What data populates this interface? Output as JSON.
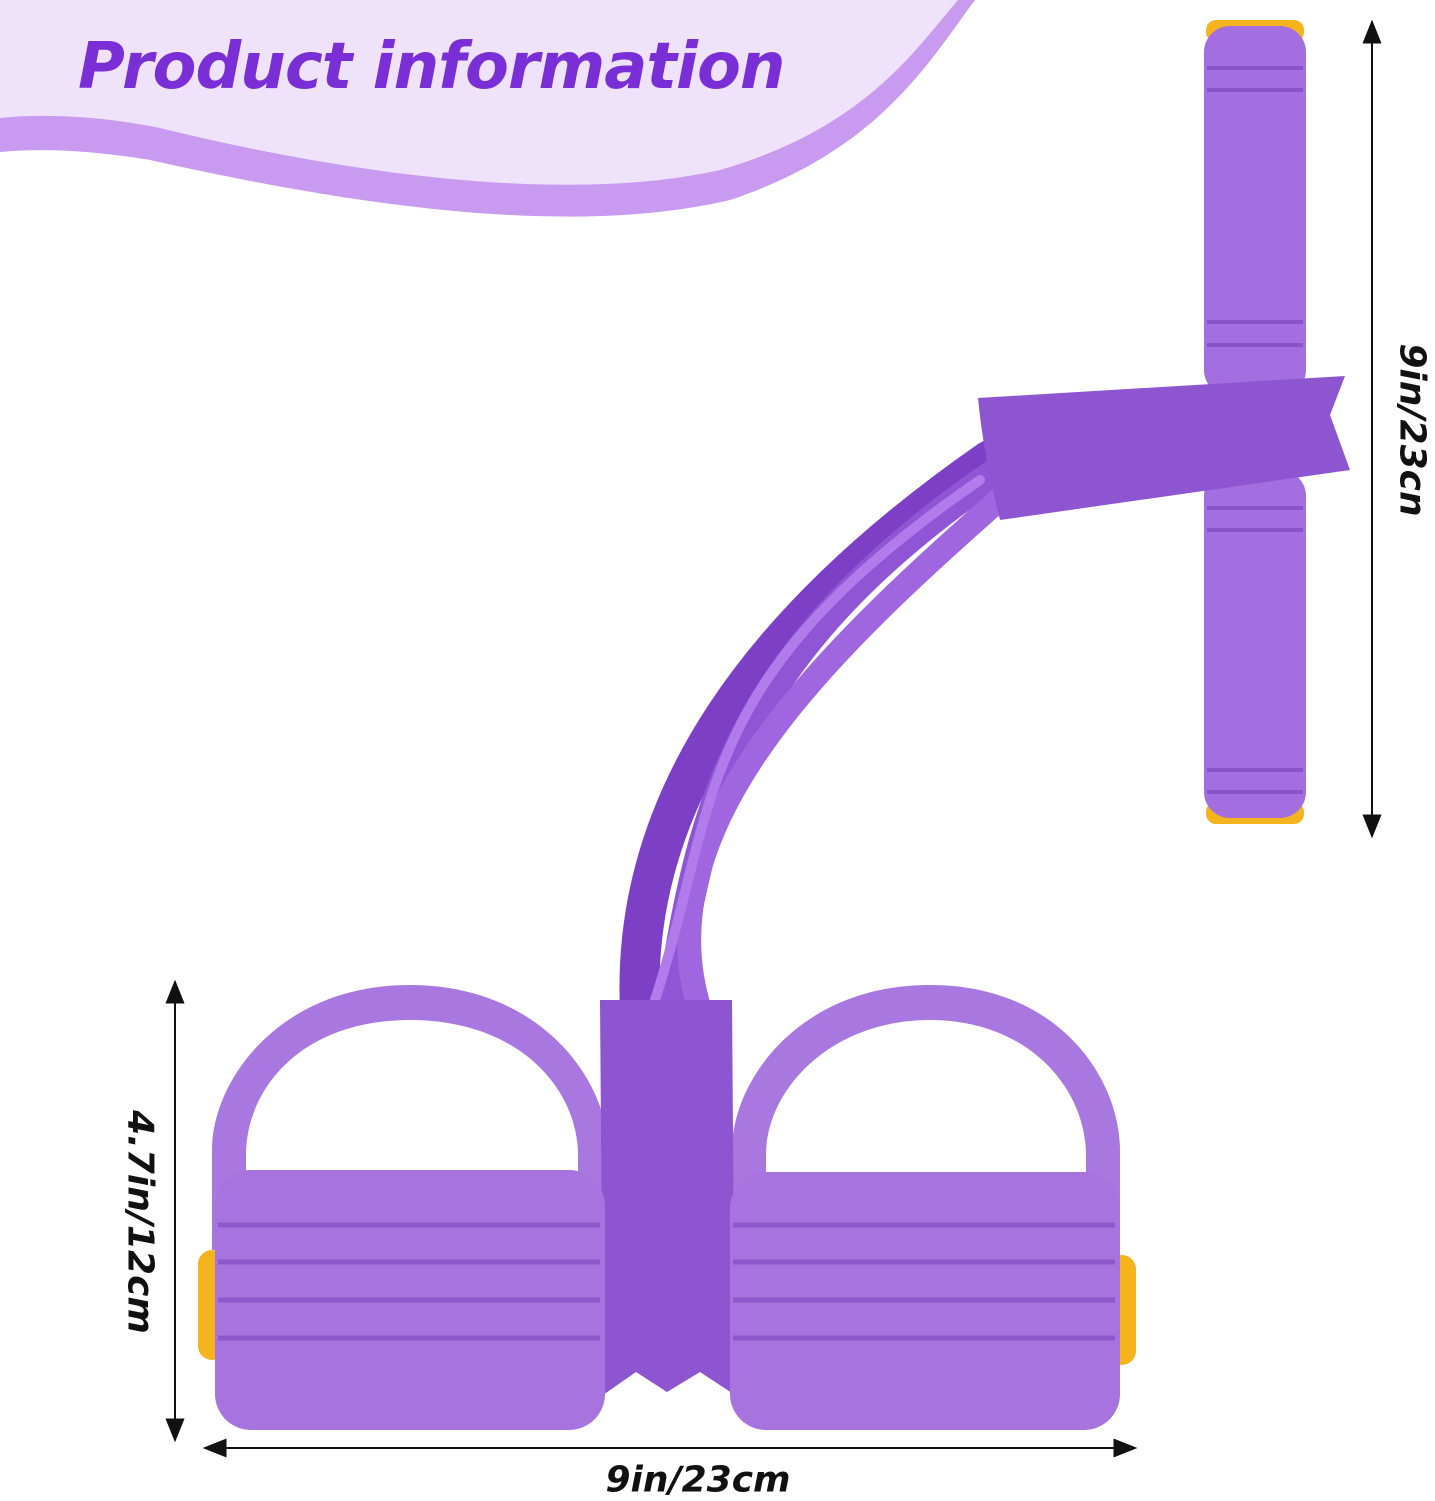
{
  "banner": {
    "title": "Product information"
  },
  "dimensions": {
    "handle_length": "9in/23cn",
    "pedal_height": "4.7in/12cm",
    "base_width": "9in/23cm"
  },
  "product": {
    "name": "pedal-resistance-band",
    "main_color": "#9a5bd8",
    "accent_color": "#f5b41e"
  },
  "colors": {
    "banner_light": "#efe2fb",
    "banner_band": "#c89af0",
    "title": "#7a2fd6"
  }
}
